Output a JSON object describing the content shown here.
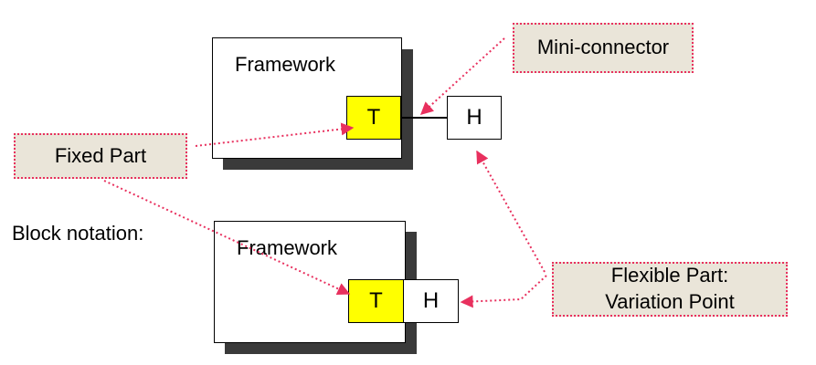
{
  "top_block": {
    "title": "Framework",
    "t_label": "T",
    "h_label": "H"
  },
  "bottom_block": {
    "title": "Framework",
    "t_label": "T",
    "h_label": "H"
  },
  "callouts": {
    "mini_connector": "Mini-connector",
    "fixed_part": "Fixed Part",
    "flexible_part_line1": "Flexible Part:",
    "flexible_part_line2": "Variation Point"
  },
  "block_notation_label": "Block notation:",
  "colors": {
    "template_fill": "#ffff00",
    "callout_fill": "#eae5d9",
    "callout_border": "#e8305e",
    "arrow": "#e8305e",
    "shadow": "#3a3a3a"
  }
}
